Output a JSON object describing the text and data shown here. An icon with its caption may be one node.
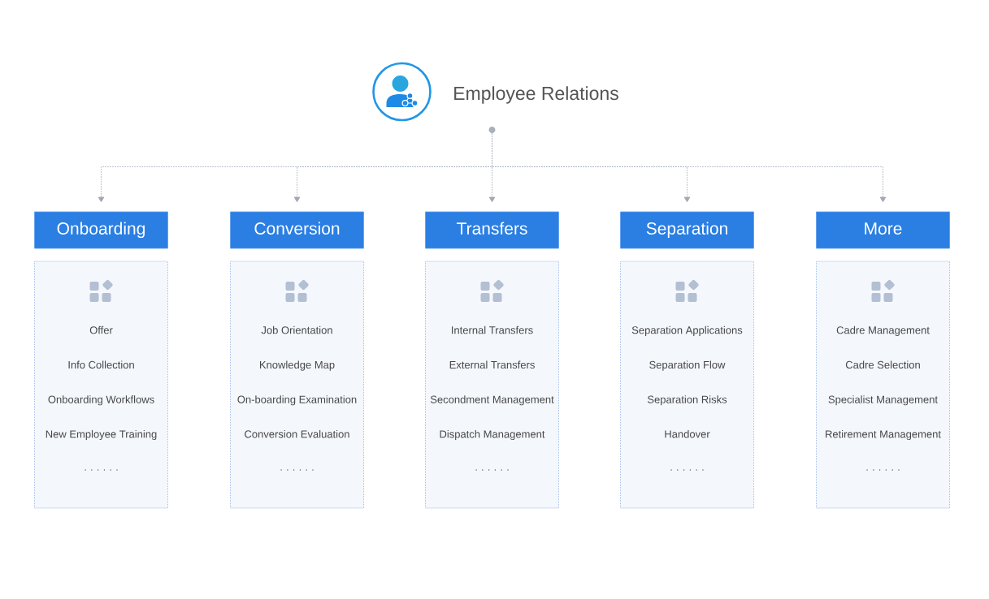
{
  "diagram": {
    "nodes": [
      {
        "text": [
          "Employee Relations"
        ]
      },
      {
        "text": [],
        "shape": "circle"
      },
      {
        "text": [
          "Onboarding"
        ]
      },
      {
        "text": [
          "Conversion"
        ]
      },
      {
        "text": [
          "Transfers"
        ]
      },
      {
        "text": [
          "Separation"
        ]
      },
      {
        "text": [
          "More"
        ]
      },
      {
        "text": [
          "Offer",
          "Info Collection",
          "Onboarding Workflows",
          "New Employee Training",
          ". . . . . ."
        ]
      },
      {
        "text": [
          "Job Orientation",
          "Knowledge Map",
          "On-boarding Examination",
          "Conversion Evaluation",
          ". . . . . ."
        ]
      },
      {
        "text": [
          "Internal Transfers",
          "External Transfers",
          "Secondment Management",
          "Dispatch Management",
          ". . . . . ."
        ]
      },
      {
        "text": [
          "Separation Applications",
          "Separation Flow",
          "Separation Risks",
          "Handover",
          ". . . . . ."
        ]
      },
      {
        "text": [
          "Cadre Management",
          "Cadre Selection",
          "Specialist Management",
          "Retirement Management",
          ". . . . . ."
        ]
      }
    ],
    "edges": [
      {
        "from": 1,
        "to": 2,
        "arrow": "to",
        "style": "dashed"
      },
      {
        "from": 1,
        "to": 3,
        "arrow": "to",
        "style": "dashed"
      },
      {
        "from": 1,
        "to": 4,
        "arrow": "to",
        "style": "dashed"
      },
      {
        "from": 1,
        "to": 5,
        "arrow": "to",
        "style": "dashed"
      },
      {
        "from": 1,
        "to": 6,
        "arrow": "to",
        "style": "dashed"
      }
    ]
  }
}
